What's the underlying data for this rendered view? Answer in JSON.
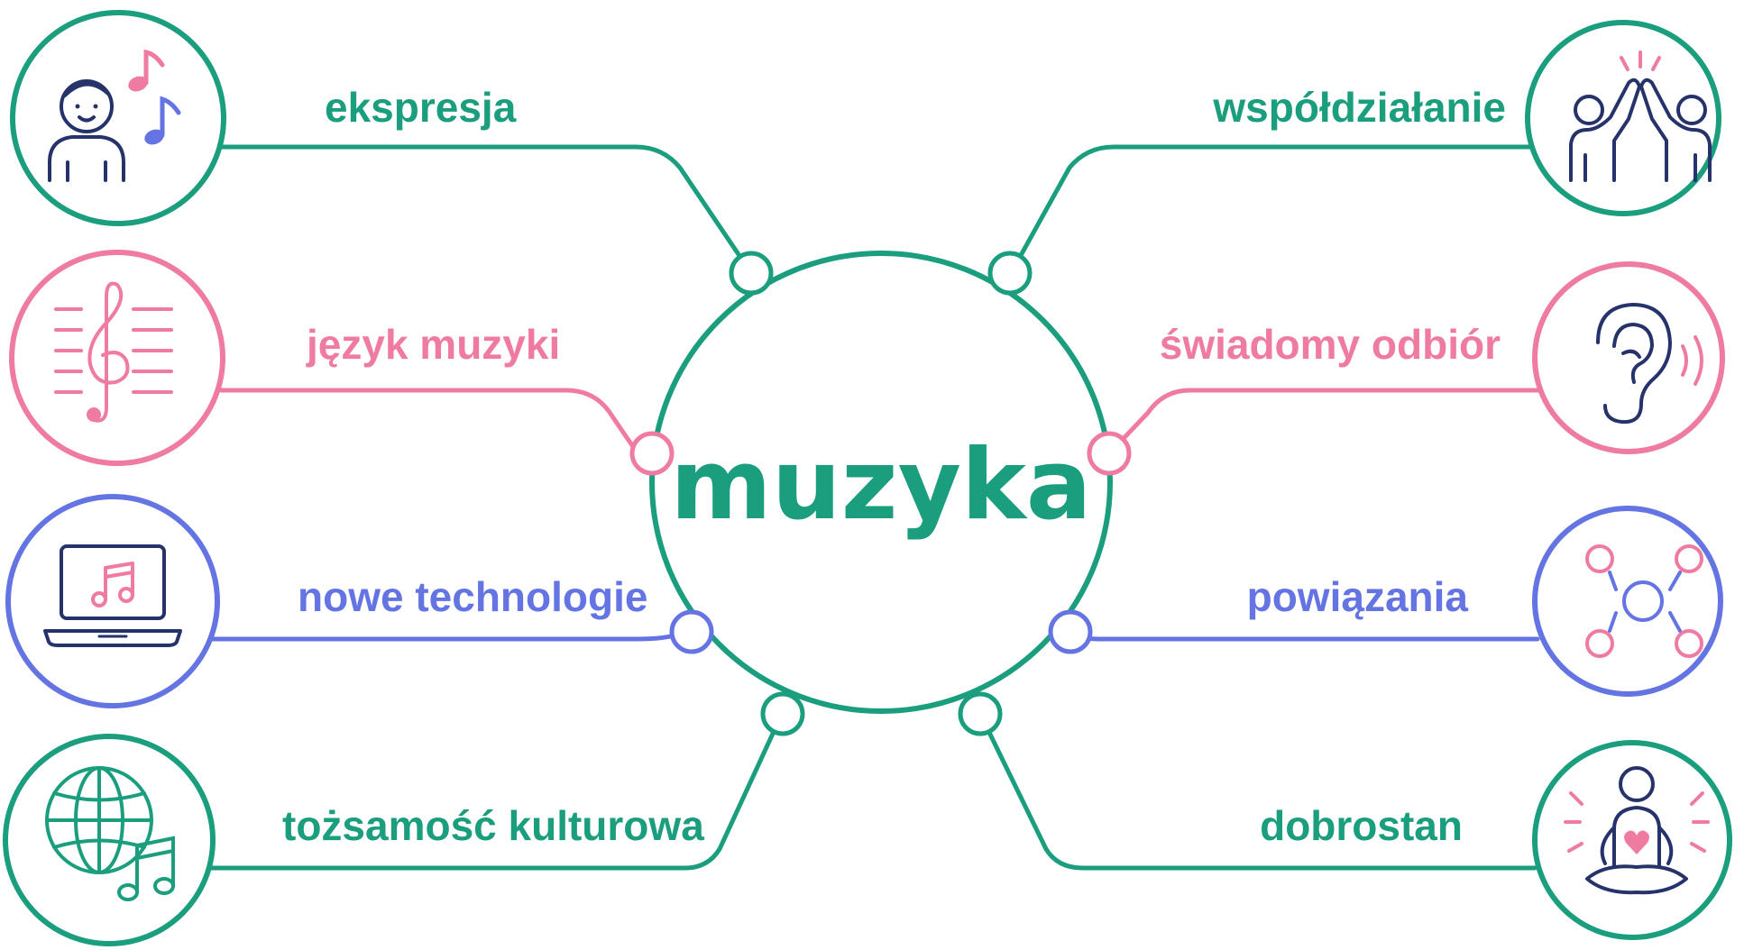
{
  "center": {
    "label": "muzyka"
  },
  "colors": {
    "green": "#1a9e7d",
    "pink": "#ef7ba1",
    "blue": "#6475e3",
    "navy": "#26336b"
  },
  "branches": [
    {
      "label": "ekspresja",
      "color": "green",
      "icon": "child-with-music-notes-icon"
    },
    {
      "label": "język muzyki",
      "color": "pink",
      "icon": "treble-clef-icon"
    },
    {
      "label": "nowe technologie",
      "color": "blue",
      "icon": "laptop-music-icon"
    },
    {
      "label": "tożsamość kulturowa",
      "color": "green",
      "icon": "globe-music-icon"
    },
    {
      "label": "współdziałanie",
      "color": "green",
      "icon": "high-five-icon"
    },
    {
      "label": "świadomy odbiór",
      "color": "pink",
      "icon": "ear-listening-icon"
    },
    {
      "label": "powiązania",
      "color": "blue",
      "icon": "network-nodes-icon"
    },
    {
      "label": "dobrostan",
      "color": "green",
      "icon": "meditation-heart-icon"
    }
  ]
}
